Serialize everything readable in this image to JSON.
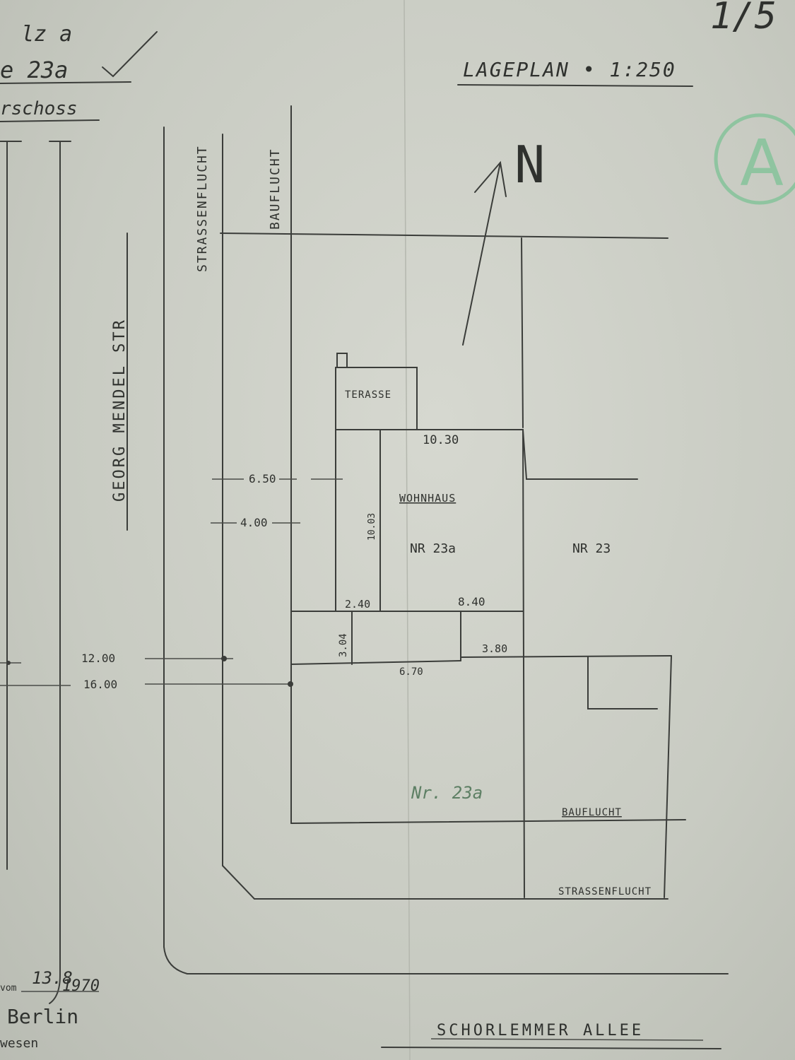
{
  "header": {
    "fragment_line1": "lz a",
    "fragment_line2": "e 23a",
    "fragment_line3": "rschoss",
    "title": "LAGEPLAN • 1:250",
    "corner_number": "1/5"
  },
  "stamp": {
    "letter": "A",
    "color": "#8fc4a0"
  },
  "north": {
    "label": "N"
  },
  "streets": {
    "left_vertical": "GEORG MENDEL STR",
    "bottom": "SCHORLEMMER ALLEE"
  },
  "lines": {
    "strassenflucht_vertical": "STRASSENFLUCHT",
    "bauflucht_vertical": "BAUFLUCHT",
    "bauflucht_bottom": "BAUFLUCHT",
    "strassenflucht_bottom": "STRASSENFLUCHT"
  },
  "buildings": {
    "terrace": "TERASSE",
    "house_label": "WOHNHAUS",
    "house_number": "NR 23a",
    "neighbor_number": "NR 23",
    "plot_label": "Nr. 23a"
  },
  "dimensions": {
    "d_650": "6.50",
    "d_400": "4.00",
    "d_1200": "12.00",
    "d_1600": "16.00",
    "d_1030": "10.30",
    "d_1003": "10.03",
    "d_240": "2.40",
    "d_840": "8.40",
    "d_304": "3.04",
    "d_380": "3.80",
    "d_670": "6.70"
  },
  "footer": {
    "date_prefix": "vom",
    "date_day": "13.8",
    "date_year": "1970",
    "office": "Berlin",
    "office_sub": "wesen"
  }
}
